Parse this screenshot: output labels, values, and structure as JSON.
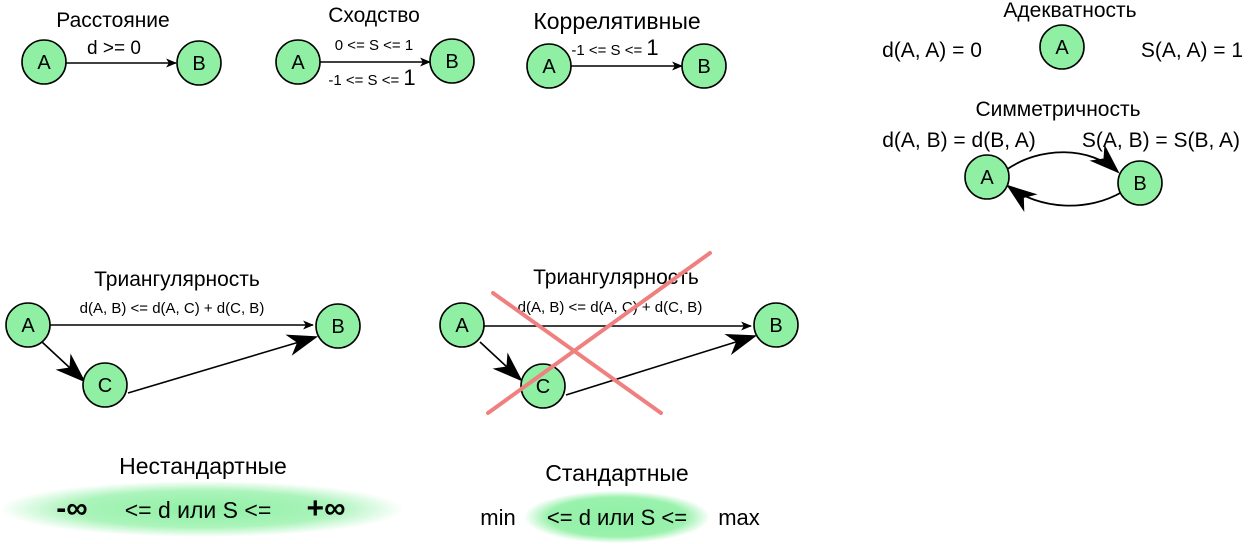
{
  "distance": {
    "title": "Расстояние",
    "node_a": "A",
    "node_b": "B",
    "edge_label": "d >= 0"
  },
  "similarity": {
    "title": "Сходство",
    "node_a": "A",
    "node_b": "B",
    "label_top": "0 <= S <= 1",
    "label_bottom_prefix": "-1 <= S <= ",
    "label_bottom_num": "1"
  },
  "correlative": {
    "title": "Коррелятивные",
    "node_a": "A",
    "node_b": "B",
    "label_prefix": "-1 <= S <= ",
    "label_num": "1"
  },
  "adequacy": {
    "title": "Адекватность",
    "node": "A",
    "left_formula": "d(A, A) = 0",
    "right_formula": "S(A, A) = 1"
  },
  "symmetry": {
    "title": "Симметричность",
    "left_formula": "d(A, B) = d(B, A)",
    "right_formula": "S(A, B) = S(B, A)",
    "node_a": "A",
    "node_b": "B"
  },
  "triangle_valid": {
    "title": "Триангулярность",
    "formula": "d(A, B) <= d(A, C) + d(C, B)",
    "node_a": "A",
    "node_b": "B",
    "node_c": "C"
  },
  "triangle_invalid": {
    "title": "Триангулярность",
    "formula": "d(A, B) <= d(A, C) + d(C, B)",
    "node_a": "A",
    "node_b": "B",
    "node_c": "C"
  },
  "nonstandard": {
    "title": "Нестандартные",
    "minus_inf": "-∞",
    "middle": "<= d или S <=",
    "plus_inf": "+∞"
  },
  "standard": {
    "title": "Стандартные",
    "min": "min",
    "middle": "<= d или S <=",
    "max": "max"
  },
  "colors": {
    "node_fill": "#8ff0a4",
    "cross": "#f08080",
    "highlight": "#8ff0a4"
  }
}
